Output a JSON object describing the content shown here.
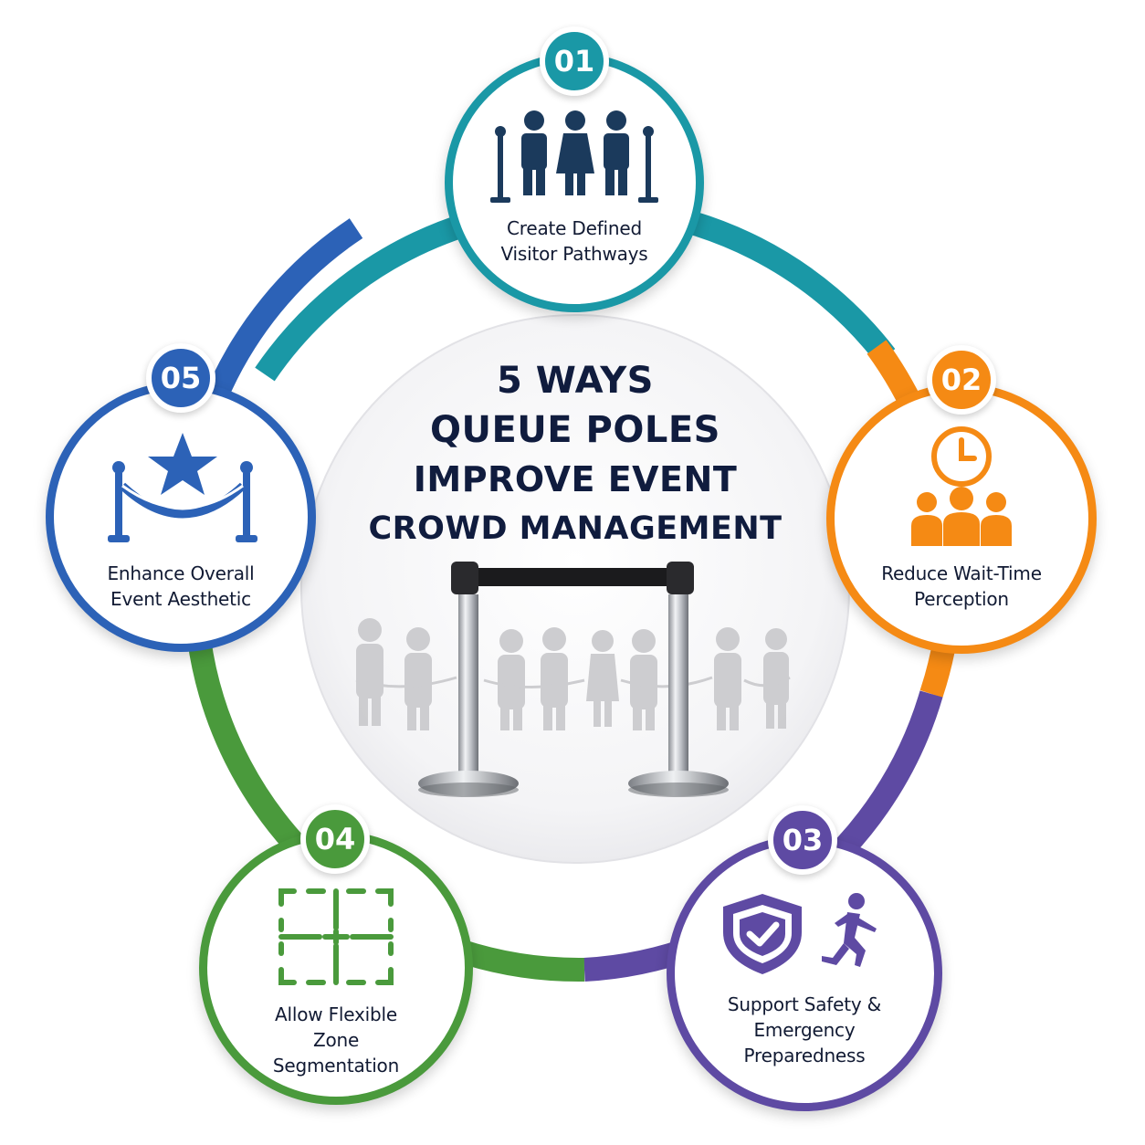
{
  "title": {
    "line1": "5 WAYS",
    "line2": "QUEUE POLES",
    "line3": "IMPROVE EVENT",
    "line4": "CROWD MANAGEMENT"
  },
  "steps": [
    {
      "number": "01",
      "label": "Create Defined\nVisitor Pathways",
      "color": "#1a98a6",
      "icon": "people-queue-icon"
    },
    {
      "number": "02",
      "label": "Reduce Wait-Time\nPerception",
      "color": "#f58a14",
      "icon": "clock-crowd-icon"
    },
    {
      "number": "03",
      "label": "Support Safety &\nEmergency\nPreparedness",
      "color": "#5e4aa3",
      "icon": "shield-exit-icon"
    },
    {
      "number": "04",
      "label": "Allow Flexible\nZone\nSegmentation",
      "color": "#4a9a3c",
      "icon": "zone-grid-icon"
    },
    {
      "number": "05",
      "label": "Enhance Overall\nEvent Aesthetic",
      "color": "#2c62b7",
      "icon": "star-rope-icon"
    }
  ],
  "colors": {
    "title": "#101c3e",
    "icon_navy": "#1b3a5c"
  }
}
